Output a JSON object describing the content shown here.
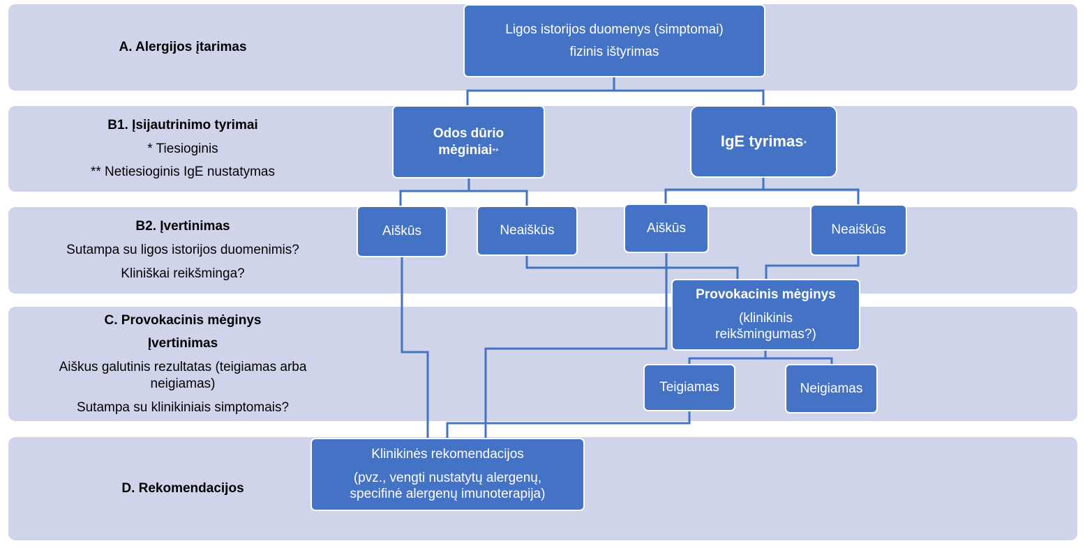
{
  "colors": {
    "band": "#d0d4ea",
    "box": "#4472c4",
    "box_text": "#ffffff",
    "connector": "#4472c4"
  },
  "rows": {
    "a": {
      "title": "A. Alergijos įtarimas"
    },
    "b1": {
      "title": "B1. Įsijautrinimo tyrimai",
      "line1": "* Tiesioginis",
      "line2": "** Netiesioginis IgE nustatymas"
    },
    "b2": {
      "title": "B2. Įvertinimas",
      "line1": "Sutampa su ligos istorijos duomenimis?",
      "line2": "Kliniškai reikšminga?"
    },
    "c": {
      "title": "C. Provokacinis mėginys",
      "subtitle": "Įvertinimas",
      "line1": "Aiškus galutinis rezultatas (teigiamas arba neigiamas)",
      "line2": "Sutampa su klinikiniais simptomais?"
    },
    "d": {
      "title": "D. Rekomendacijos"
    }
  },
  "boxes": {
    "history": {
      "line1": "Ligos istorijos duomenys (simptomai)",
      "line2": "fizinis ištyrimas"
    },
    "skin_prick": {
      "text": "Odos dūrio mėginiai",
      "mark": "**"
    },
    "ige": {
      "text": "IgE tyrimas",
      "mark": "*"
    },
    "skin_clear": {
      "text": "Aiškūs"
    },
    "skin_unclear": {
      "text": "Neaiškūs"
    },
    "ige_clear": {
      "text": "Aiškūs"
    },
    "ige_unclear": {
      "text": "Neaiškūs"
    },
    "provocation": {
      "title": "Provokacinis mėginys",
      "line1": "(klinikinis reikšmingumas?)"
    },
    "positive": {
      "text": "Teigiamas"
    },
    "negative": {
      "text": "Neigiamas"
    },
    "recommendations": {
      "title": "Klinikinės rekomendacijos",
      "line1": "(pvz., vengti nustatytų alergenų, specifinė alergenų imunoterapija)"
    }
  }
}
